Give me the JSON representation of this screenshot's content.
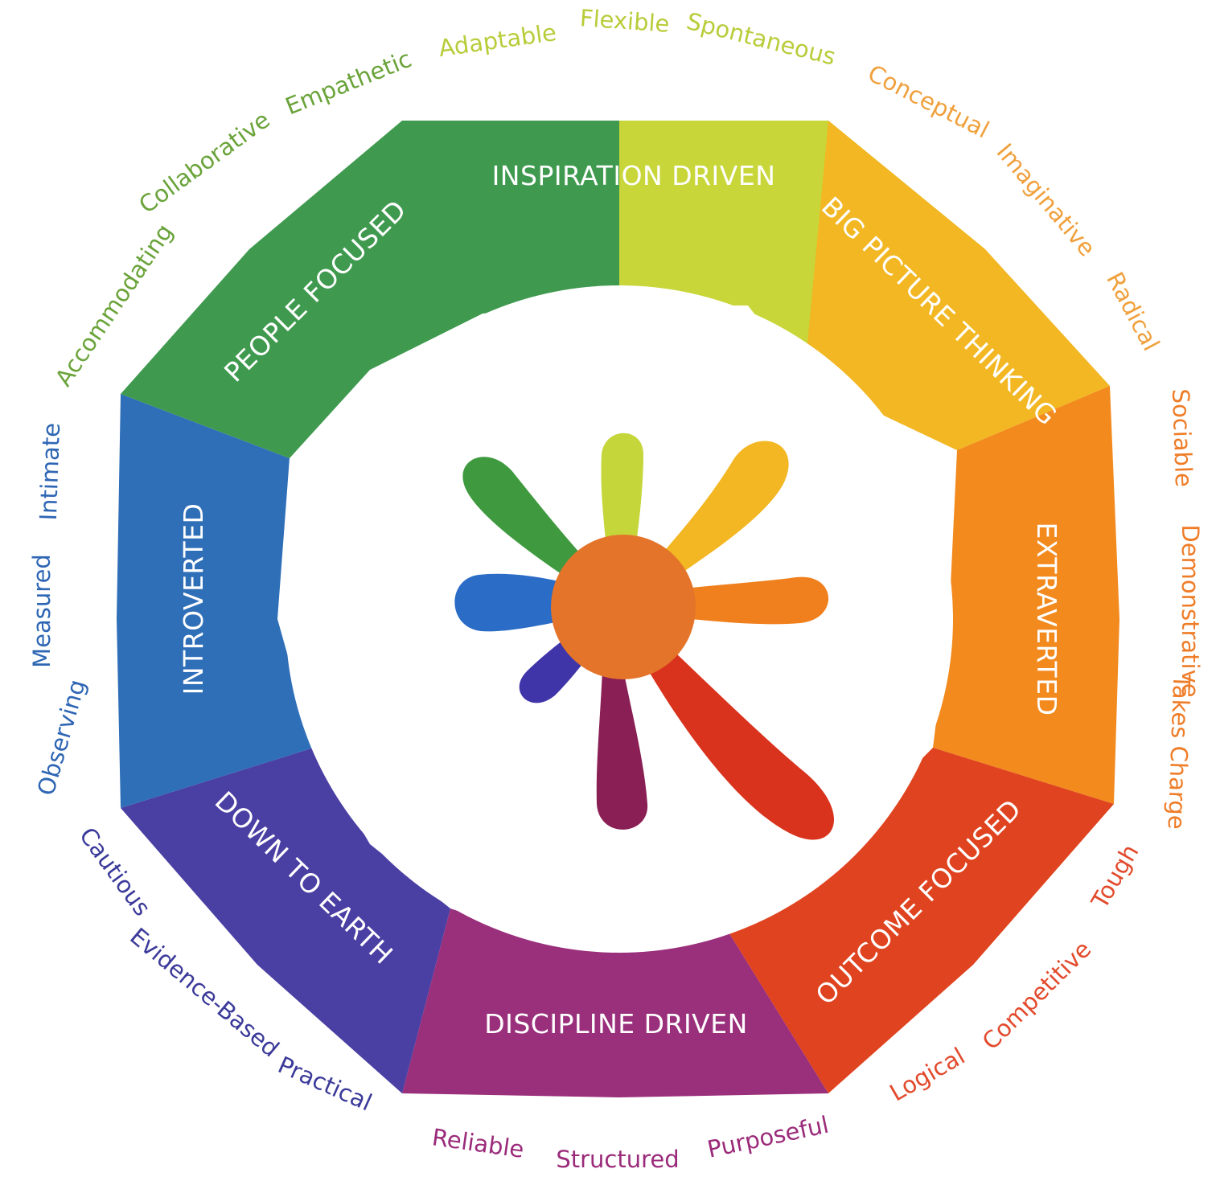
{
  "segments": [
    {
      "label": "INSPIRATION DRIVEN",
      "color": "#c8d63a"
    },
    {
      "label": "BIG PICTURE THINKING",
      "color": "#f2b722"
    },
    {
      "label": "EXTRAVERTED",
      "color": "#f28a1e"
    },
    {
      "label": "OUTCOME FOCUSED",
      "color": "#e0431f"
    },
    {
      "label": "DISCIPLINE DRIVEN",
      "color": "#9a2f7c"
    },
    {
      "label": "DOWN TO EARTH",
      "color": "#4a3fa3"
    },
    {
      "label": "INTROVERTED",
      "color": "#2f6fb8"
    },
    {
      "label": "PEOPLE FOCUSED",
      "color": "#3f9a4f"
    }
  ],
  "traits": [
    {
      "text": "Adaptable",
      "color": "#b9cc3a"
    },
    {
      "text": "Flexible",
      "color": "#b9cc3a"
    },
    {
      "text": "Spontaneous",
      "color": "#b9cc3a"
    },
    {
      "text": "Conceptual",
      "color": "#f0a03c"
    },
    {
      "text": "Imaginative",
      "color": "#f0a03c"
    },
    {
      "text": "Radical",
      "color": "#f0a03c"
    },
    {
      "text": "Sociable",
      "color": "#ef7d28"
    },
    {
      "text": "Demonstrative",
      "color": "#ef7d28"
    },
    {
      "text": "Takes Charge",
      "color": "#ef7d28"
    },
    {
      "text": "Tough",
      "color": "#e24a2c"
    },
    {
      "text": "Competitive",
      "color": "#e24a2c"
    },
    {
      "text": "Logical",
      "color": "#e24a2c"
    },
    {
      "text": "Purposeful",
      "color": "#9b2b7a"
    },
    {
      "text": "Structured",
      "color": "#9b2b7a"
    },
    {
      "text": "Reliable",
      "color": "#9b2b7a"
    },
    {
      "text": "Practical",
      "color": "#3b3a9a"
    },
    {
      "text": "Evidence-Based",
      "color": "#3b3a9a"
    },
    {
      "text": "Cautious",
      "color": "#3b3a9a"
    },
    {
      "text": "Observing",
      "color": "#2e66b4"
    },
    {
      "text": "Measured",
      "color": "#2e66b4"
    },
    {
      "text": "Intimate",
      "color": "#2e66b4"
    },
    {
      "text": "Accommodating",
      "color": "#6aa33a"
    },
    {
      "text": "Collaborative",
      "color": "#6aa33a"
    },
    {
      "text": "Empathetic",
      "color": "#6aa33a"
    }
  ]
}
